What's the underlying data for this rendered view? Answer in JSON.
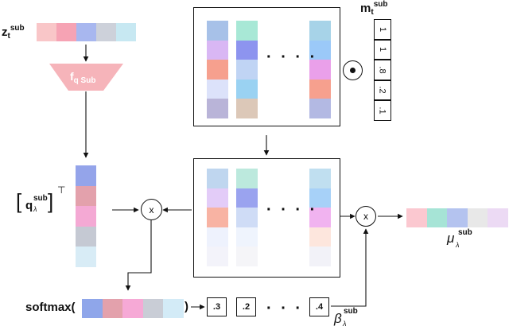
{
  "labels": {
    "z_main": "z",
    "z_sub_index": "t",
    "z_sup": "sub",
    "f_main": "f",
    "f_sub": "q Sub",
    "q_main": "q",
    "q_sup": "sub",
    "q_sub": "λ",
    "transpose": "⊤",
    "m_main": "m",
    "m_sub_index": "t",
    "m_sup": "sub",
    "times": "x",
    "softmax_open": "softmax(",
    "softmax_close": ")",
    "beta_main": "β",
    "beta_sup": "sub",
    "beta_sub": "λ",
    "mu_main": "μ",
    "mu_sup": "sub",
    "mu_sub": "λ",
    "odot": "⊙",
    "ellipsis": "· · · ·"
  },
  "mask_values": [
    "1",
    "1",
    ".8",
    ".2",
    ".1"
  ],
  "softmax_weights": [
    ".3",
    ".2",
    ".4"
  ],
  "colors": {
    "z_cells": [
      "#f9c6c8",
      "#f6a3b4",
      "#a8b7ef",
      "#cdd1da",
      "#c7e8f2"
    ],
    "q_cells": [
      "#94a4ea",
      "#e3a1ac",
      "#f4a9d4",
      "#c5c9d3",
      "#d8ecf6"
    ],
    "softmax_cells": [
      "#8fa6ea",
      "#e3a1ac",
      "#f6a9d6",
      "#c9cdd6",
      "#d3ebf7"
    ],
    "mu_cells": [
      "#fbc8d0",
      "#a6e4d6",
      "#b4c3ef",
      "#e8e8e8",
      "#ecdaf4"
    ],
    "mem_top_col1": [
      "#a7c1e8",
      "#d9b7f4",
      "#f6a08e",
      "#dce2fa",
      "#b9b4d8"
    ],
    "mem_top_col2": [
      "#a8e8d6",
      "#8d94ef",
      "#c0d4f4",
      "#9ad2f2",
      "#dcc8b8"
    ],
    "mem_top_col3": [
      "#a7d3e8",
      "#9bc9f8",
      "#eaa0ea",
      "#f6a08e",
      "#b3b9e3"
    ],
    "mem_bot_col1": [
      "#bfd6ef",
      "#e3ccf8",
      "#f8b3a3",
      "#eef2fd",
      "#f3f3fa"
    ],
    "mem_bot_col2": [
      "#bce9dd",
      "#9aa3ef",
      "#cfdcf6",
      "#eff4fd",
      "#f5f5f8"
    ],
    "mem_bot_col3": [
      "#c0dff0",
      "#a7d1f8",
      "#f1b3f0",
      "#fde6dd",
      "#f2f2f8"
    ],
    "trapezoid": "#f6b4ba"
  }
}
